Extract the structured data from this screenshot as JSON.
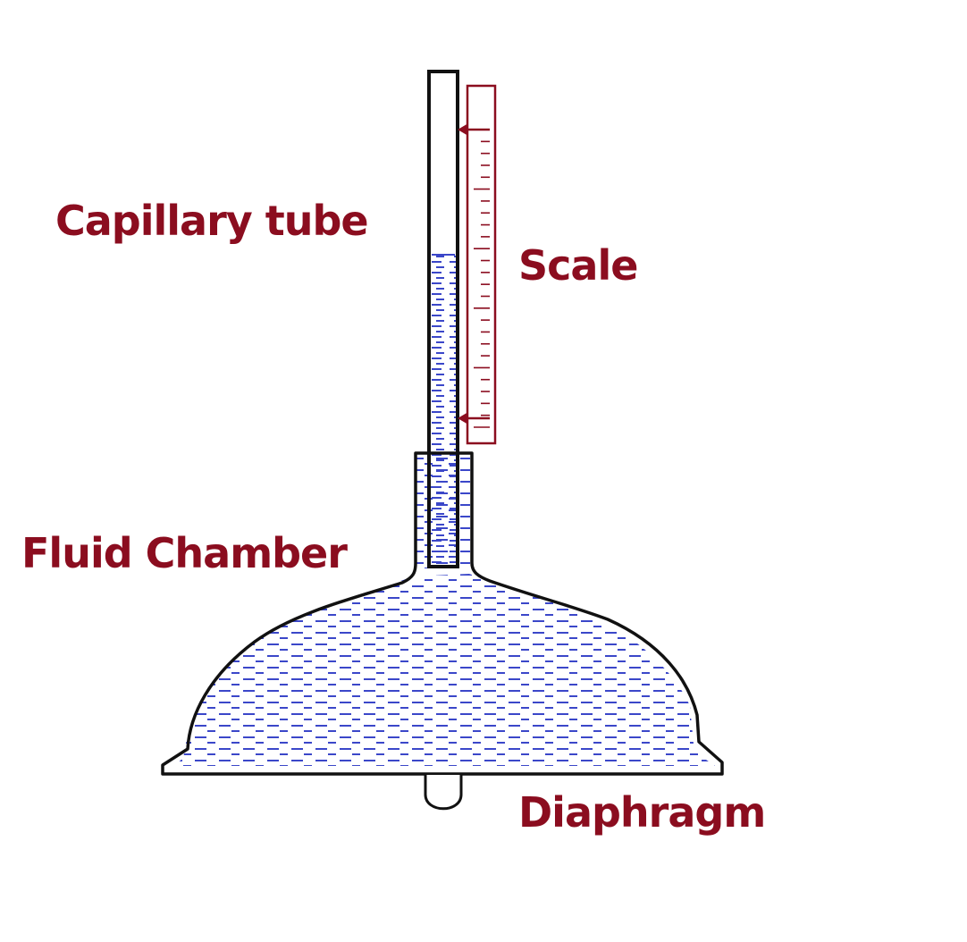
{
  "labels": {
    "capillary_tube": "Capillary tube",
    "scale": "Scale",
    "fluid_chamber": "Fluid Chamber",
    "diaphragm": "Diaphragm"
  },
  "colors": {
    "label": "#8b0d1f",
    "scale": "#8b0d1f",
    "fluid": "#3b47c9",
    "outline": "#111111"
  },
  "scale": {
    "divisions": 25
  }
}
